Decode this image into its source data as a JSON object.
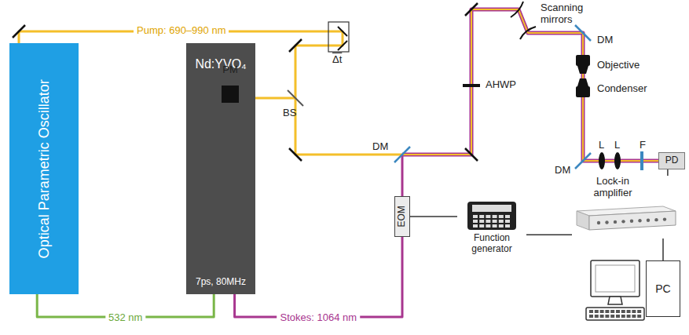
{
  "diagram": {
    "nodes": [
      {
        "text": [
          "Optical Parametric Oscillator"
        ]
      },
      {
        "text": [
          "Nd:YVO₄",
          "7ps, 80MHz"
        ]
      },
      {
        "text": [
          "PM"
        ]
      },
      {
        "text": [
          "EOM"
        ]
      },
      {
        "text": [
          "Function generator"
        ]
      },
      {
        "text": [
          "Lock-in amplifier"
        ]
      },
      {
        "text": [
          "PC"
        ]
      },
      {
        "text": [
          "PD"
        ]
      }
    ],
    "edges": [
      {
        "from": 1,
        "to": 0,
        "label": "532 nm",
        "arrow": "none"
      },
      {
        "from": 1,
        "to": 3,
        "label": "Stokes: 1064 nm",
        "arrow": "none"
      },
      {
        "from": 3,
        "to": 4,
        "arrow": "none"
      },
      {
        "from": 4,
        "to": 5,
        "arrow": "none"
      },
      {
        "from": 7,
        "to": 5,
        "arrow": "none"
      },
      {
        "from": 5,
        "to": 6,
        "arrow": "none"
      }
    ],
    "labels": [
      "Pump: 690–990 nm",
      "Δt",
      "BS",
      "Scanning mirrors",
      "DM",
      "AHWP",
      "Objective",
      "Condenser",
      "DM",
      "L",
      "L",
      "F",
      "DM"
    ]
  }
}
